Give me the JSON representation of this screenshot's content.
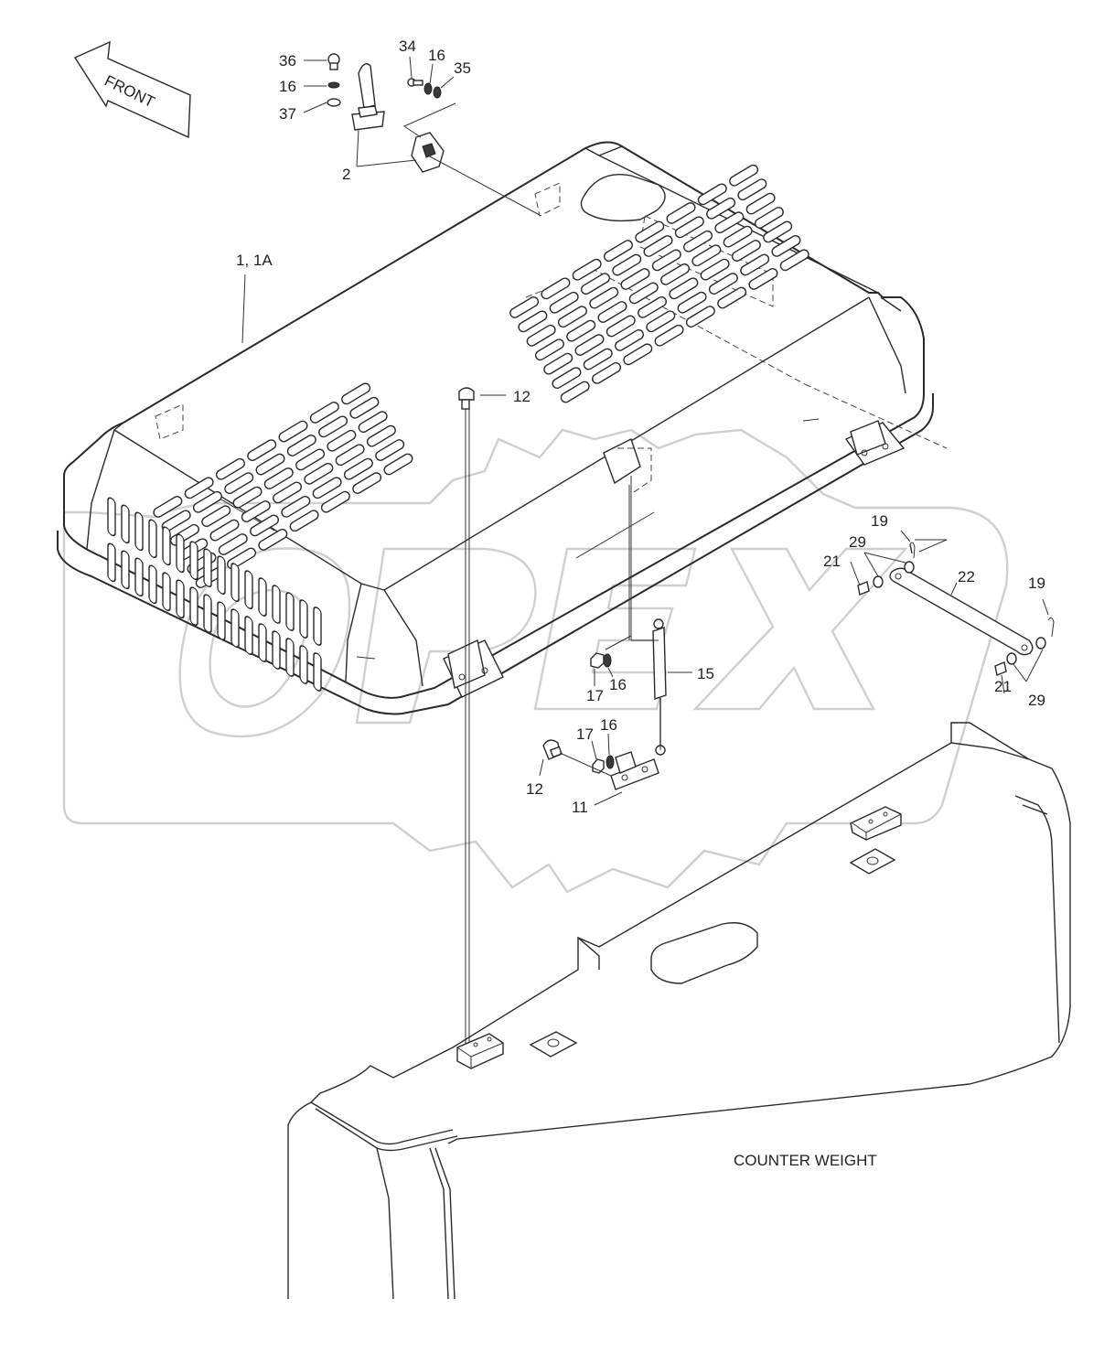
{
  "diagram": {
    "front_arrow_label": "FRONT",
    "counter_weight_label": "COUNTER WEIGHT",
    "callouts": {
      "c36": "36",
      "c16a": "16",
      "c37": "37",
      "c2": "2",
      "c34": "34",
      "c16b": "16",
      "c35": "35",
      "c1": "1, 1A",
      "c12a": "12",
      "c19a": "19",
      "c29a": "29",
      "c21a": "21",
      "c22": "22",
      "c19b": "19",
      "c21b": "21",
      "c29b": "29",
      "c16c": "16",
      "c17a": "17",
      "c15": "15",
      "c17b": "17",
      "c16d": "16",
      "c12b": "12",
      "c11": "11"
    }
  }
}
